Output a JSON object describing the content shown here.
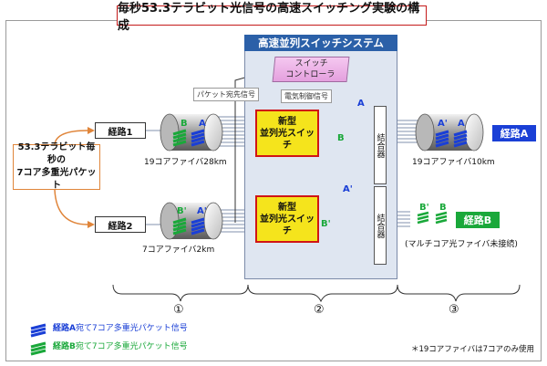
{
  "title": "毎秒53.3テラビット光信号の高速スイッチング実験の構成",
  "system": {
    "title": "高速並列スイッチシステム",
    "controller_lines": [
      "スイッチ",
      "コントローラ"
    ],
    "packet_dest_signal": "パケット宛先信号",
    "electric_control_signal": "電気制御信号",
    "switch_lines": [
      "新型",
      "並列光スイッチ"
    ],
    "combiner": "結合器"
  },
  "source": {
    "lines": [
      "53.3テラビット毎秒の",
      "7コア多重光パケット"
    ]
  },
  "inputs": [
    {
      "route": "経路1",
      "fiber": "19コアファイバ28km"
    },
    {
      "route": "経路2",
      "fiber": "7コアファイバ2km"
    }
  ],
  "outputs": {
    "a": {
      "route": "経路A",
      "fiber": "19コアファイバ10km",
      "color": "#1a3fd6"
    },
    "b": {
      "route": "経路B",
      "note": "(マルチコア光ファイバ未接続)",
      "color": "#1aa83a"
    }
  },
  "packet_labels": {
    "a": "A",
    "b": "B",
    "a_prime": "A'",
    "b_prime": "B'"
  },
  "sections": [
    "①",
    "②",
    "③"
  ],
  "legend": [
    {
      "route": "経路A",
      "suffix": "宛て7コア多重光パケット信号",
      "color": "#1a3fd6"
    },
    {
      "route": "経路B",
      "suffix": "宛て7コア多重光パケット信号",
      "color": "#1aa83a"
    }
  ],
  "footnote": "＊19コアファイバは7コアのみ使用",
  "colors": {
    "blue_packet": "#1a3fd6",
    "green_packet": "#1aa83a",
    "switch_fill": "#f5e41c",
    "switch_border": "#d01515",
    "system_header": "#2b60a8"
  }
}
